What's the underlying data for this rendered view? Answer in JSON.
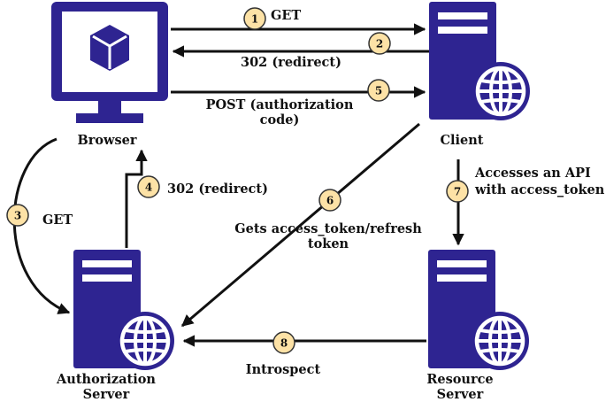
{
  "colors": {
    "server": "#2e2491",
    "server_light": "#ffffff",
    "badge_fill": "#fde2a6",
    "badge_stroke": "#333333",
    "arrow": "#111111"
  },
  "nodes": {
    "browser": {
      "label": "Browser",
      "icon": "browser-window-icon"
    },
    "client": {
      "label": "Client",
      "icon": "server-globe-icon"
    },
    "auth_server": {
      "label_line1": "Authorization",
      "label_line2": "Server",
      "icon": "server-globe-icon"
    },
    "resource_server": {
      "label_line1": "Resource",
      "label_line2": "Server",
      "icon": "server-globe-icon"
    }
  },
  "steps": [
    {
      "num": "1",
      "text": "GET"
    },
    {
      "num": "2",
      "text": "302 (redirect)"
    },
    {
      "num": "3",
      "text": "GET"
    },
    {
      "num": "4",
      "text": "302 (redirect)"
    },
    {
      "num": "5",
      "text_line1": "POST (authorization",
      "text_line2": "code)"
    },
    {
      "num": "6",
      "text_line1": "Gets access_token/refresh",
      "text_line2": "token"
    },
    {
      "num": "7",
      "text_line1": "Accesses an API",
      "text_line2": "with access_token"
    },
    {
      "num": "8",
      "text": "Introspect"
    }
  ]
}
